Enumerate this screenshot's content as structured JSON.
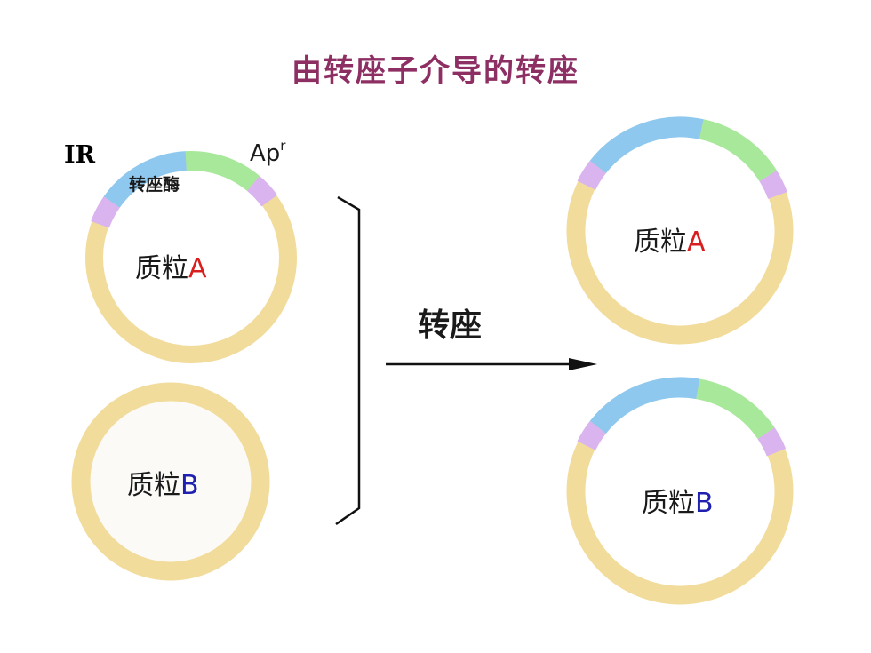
{
  "title": "由转座子介导的转座",
  "colors": {
    "title": "#8e2f64",
    "ring": "#f2dc9c",
    "blue": "#8ec8ee",
    "green": "#a8e89a",
    "ir": "#d9b4ee",
    "red": "#d81e1e",
    "navy": "#2020b0",
    "inside_b": "#fbfaf6",
    "arrow": "#111111"
  },
  "labels": {
    "ir": "IR",
    "ap": "Ap",
    "ap_sup": "r",
    "transposase": "转座酶",
    "plasmid_prefix": "质粒",
    "letter_a": "A",
    "letter_b": "B",
    "process": "转座"
  }
}
